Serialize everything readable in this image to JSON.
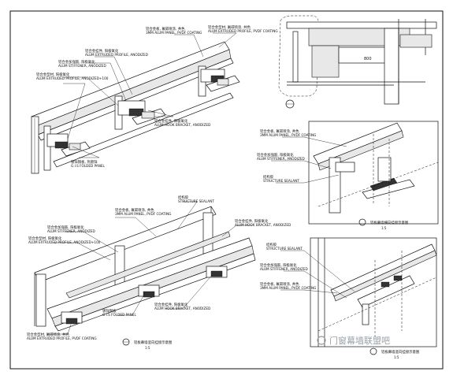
{
  "drawing": {
    "frame_color": "#111111",
    "paper_color": "#ffffff",
    "top_left_callouts": [
      {
        "cn": "铝合金板, 氟碳喷涂, 共色",
        "en": "3MM ALUM PANEL, PVDF COATING"
      },
      {
        "cn": "铝合金型材, 氟碳喷涂, 共色",
        "en": "ALUM EXTRUDED PROFILE, PVDF COATING"
      },
      {
        "cn": "铝合金挂件, 阳极氧化",
        "en": "ALUM EXTRUDED PROFILE, ANODIZED"
      },
      {
        "cn": "铝合金加强筋, 阳极氧化",
        "en": "ALUM STIFFENER, ANODIZED"
      },
      {
        "cn": "铝合金型材, 阳极氧化",
        "en": "ALUM EXTRUDED PROFILE, ANODIZED+100"
      },
      {
        "cn": "铝合金挂件, 阳极氧化",
        "en": "ALUM HOOK BRACKET, ANODIZED"
      },
      {
        "cn": "镀锌钢板, 热镀锌",
        "en": "G.I.S FOLDED PANEL"
      }
    ],
    "bottom_left_callouts": [
      {
        "cn": "铝合金板, 氟碳喷涂, 共色",
        "en": "3MM ALUM PANEL, PVDF COATING"
      },
      {
        "cn": "结构胶",
        "en": "STRUCTURE SEALANT"
      },
      {
        "cn": "铝合金挂件, 阳极氧化",
        "en": "ALUM HOOK BRACKET, ANODIZED"
      },
      {
        "cn": "铝合金加强筋, 阳极氧化",
        "en": "ALUM STIFFENER, ANODIZED"
      },
      {
        "cn": "铝合金型材, 阳极氧化",
        "en": "ALUM EXTRUDED PROFILE, ANODIZED+100"
      },
      {
        "cn": "镀锌钢板",
        "en": "G.I.S FOLDED PANEL"
      },
      {
        "cn": "铝合金挂件, 阳极氧化",
        "en": "ALUM HOOK BRACKET, ANODIZED"
      },
      {
        "cn": "铝合金型材, 氟碳喷涂, 共色",
        "en": "ALUM EXTRUDED PROFILE, PVDF COATING"
      }
    ],
    "mid_right_callouts": [
      {
        "cn": "铝合金板, 氟碳喷涂, 共色",
        "en": "3MM ALUM PANEL, PVDF COATING"
      },
      {
        "cn": "铝合金加强筋, 阳极氧化",
        "en": "ALUM STIFFENER, ANODIZED"
      },
      {
        "cn": "结构胶",
        "en": "STRUCTURE SEALANT"
      }
    ],
    "bottom_right_callouts": [
      {
        "cn": "结构胶",
        "en": "STRUCTURE SEALANT"
      },
      {
        "cn": "铝合金加强筋, 阳极氧化",
        "en": "ALUM STIFFENER, ANODIZED"
      },
      {
        "cn": "铝合金板, 氟碳喷涂, 共色",
        "en": "3MM ALUM PANEL, PVDF COATING"
      }
    ],
    "section_caption": "铝板幕墙竖向挂接示意图",
    "mid_right_caption": "铝板幕墙横向挂接示意图",
    "bottom_right_caption": "铝板幕墙竖向挂接示意图",
    "scale_note": "1:5",
    "dim_text": "800",
    "watermark": "门窗幕墙联盟吧"
  }
}
